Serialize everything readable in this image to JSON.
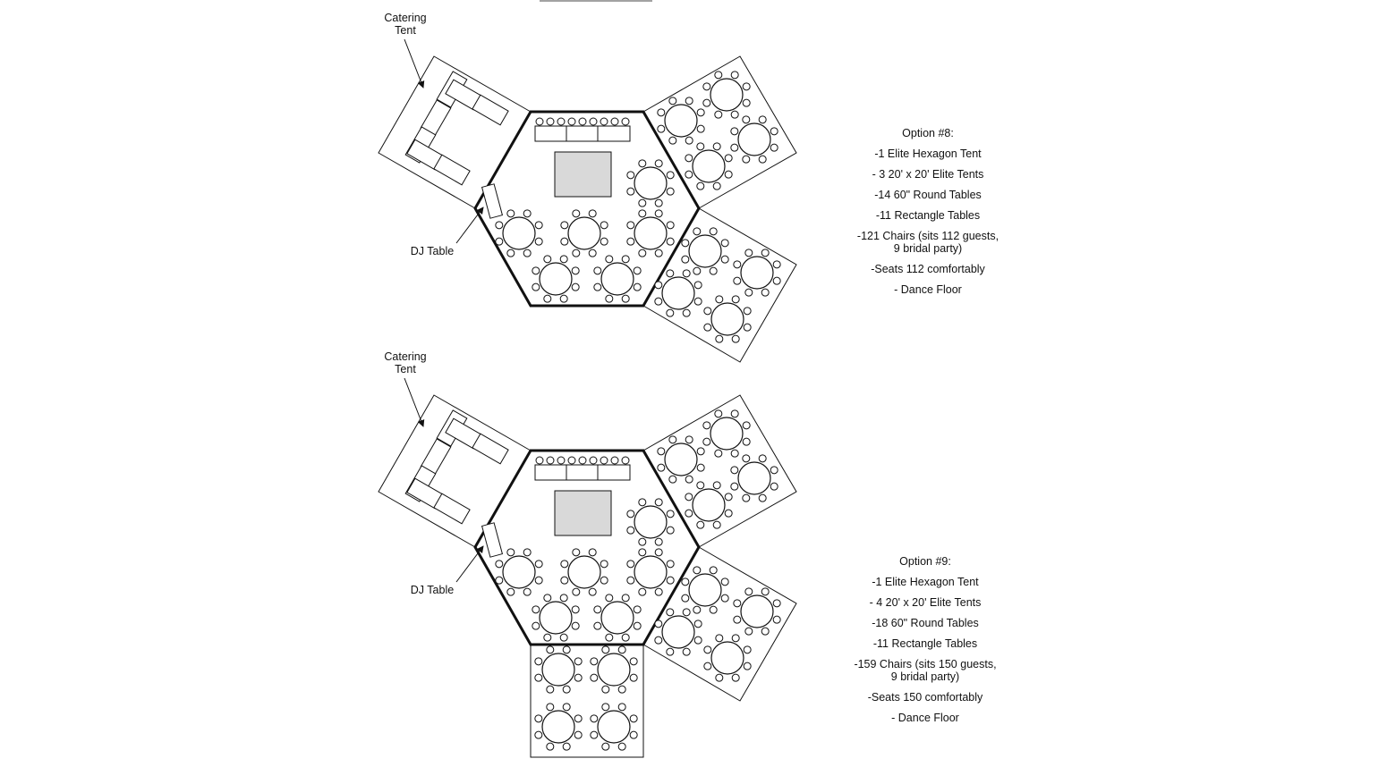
{
  "labels": {
    "catering_tent": "Catering\nTent",
    "dj_table": "DJ Table"
  },
  "options": [
    {
      "title": "Option #8:",
      "items": [
        "-1 Elite Hexagon Tent",
        "- 3 20' x 20' Elite Tents",
        "-14 60\" Round Tables",
        "-11 Rectangle Tables",
        "-121 Chairs (sits 112 guests,\n9 bridal party)",
        "-Seats 112 comfortably",
        "- Dance Floor"
      ]
    },
    {
      "title": "Option #9:",
      "items": [
        "-1 Elite Hexagon Tent",
        "- 4 20' x 20' Elite Tents",
        "-18 60\" Round Tables",
        "-11 Rectangle Tables",
        "-159 Chairs (sits 150 guests,\n9 bridal party)",
        "-Seats 150 comfortably",
        "- Dance Floor"
      ]
    }
  ],
  "colors": {
    "line": "#111111",
    "dance_floor": "#d9d9d9",
    "background": "#ffffff"
  }
}
